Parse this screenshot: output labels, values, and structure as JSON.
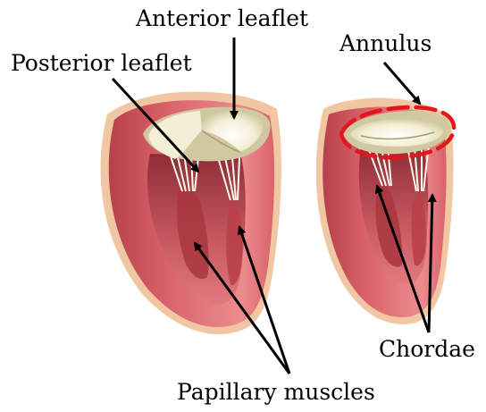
{
  "labels": {
    "anterior_leaflet": "Anterior leaflet",
    "posterior_leaflet": "Posterior leaflet",
    "annulus": "Annulus",
    "chordae": "Chordae",
    "papillary_muscles": "Papillary muscles"
  },
  "colors": {
    "myocardium": "#d9626a",
    "myocardium_dark": "#b8404b",
    "myocardium_light": "#ec8c8f",
    "epicardium": "#f1c6a2",
    "cavity": "#c95a62",
    "cavity_dark": "#8f2d37",
    "leaflet": "#f3efd6",
    "leaflet_shadow": "#cfc8a0",
    "chordae": "#fbf8ea",
    "annulus_outline": "#e0181e",
    "arrow": "#000000"
  }
}
